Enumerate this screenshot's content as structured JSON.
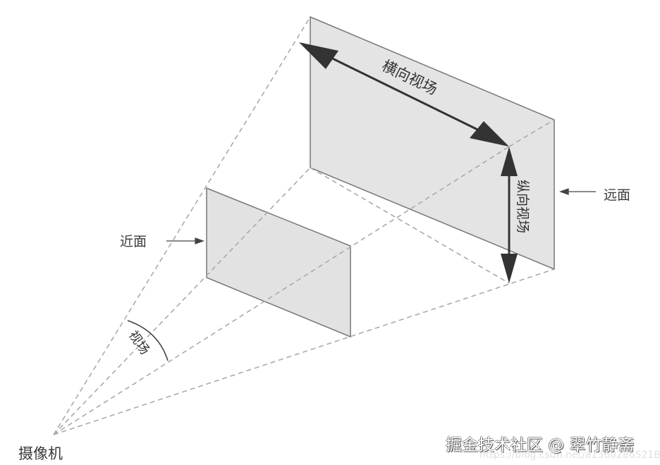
{
  "labels": {
    "horizontal_fov": "横向视场",
    "vertical_fov": "纵向视场",
    "far_plane": "远面",
    "near_plane": "近面",
    "fov": "视场",
    "camera": "摄像机"
  },
  "watermark": {
    "text": "掘金技术社区 @ 翠竹静斋",
    "url": "https://blog.csdn.net/a1360286521B"
  },
  "colors": {
    "plane_fill": "#e4e4e4",
    "dashed_line": "#aaaaaa",
    "arrow": "#333333"
  }
}
